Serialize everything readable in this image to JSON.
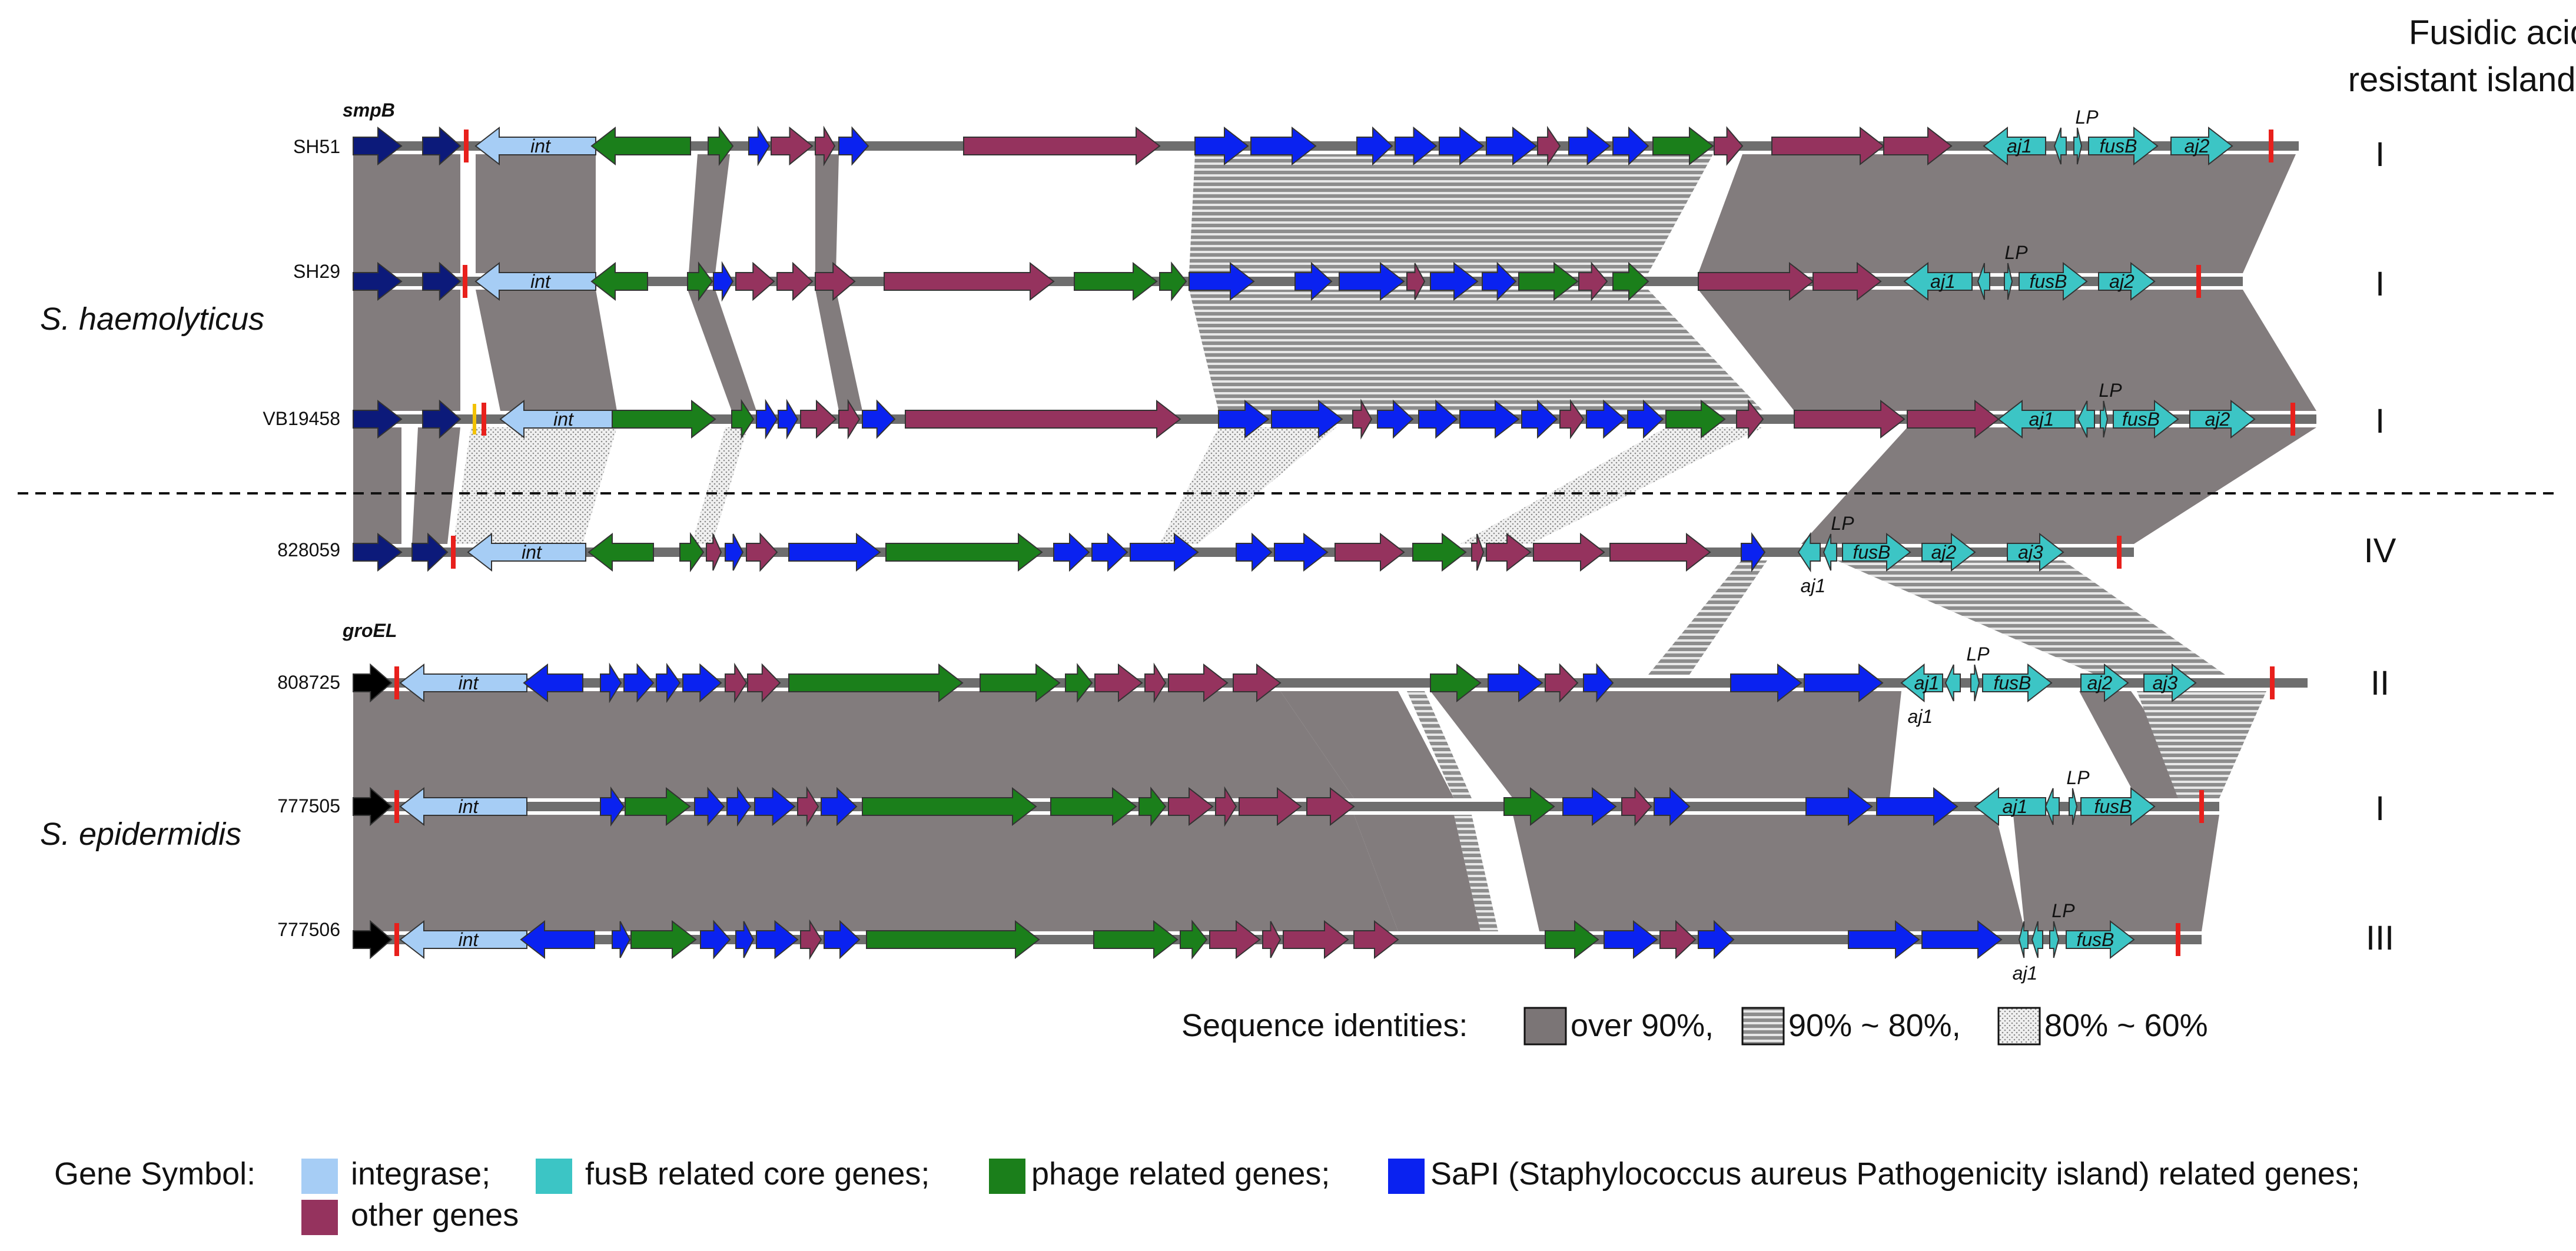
{
  "header": {
    "line1": "Fusidic acid",
    "line2": "resistant island type"
  },
  "species": {
    "top": "S. haemolyticus",
    "bottom": "S. epidermidis"
  },
  "anchors": {
    "smpb": "smpB",
    "groel": "groEL"
  },
  "colors": {
    "integrase": "#a6cdf5",
    "fusb_core": "#3cc5c5",
    "phage": "#1b7f1b",
    "sapi": "#0a22f0",
    "other": "#95335e",
    "anchor_smpb": "#0c1a7a",
    "anchor_groel": "#000000",
    "backbone": "#6e6e6e",
    "identity_high": "#7b7576",
    "att_site": "#e8201c"
  },
  "strains": [
    {
      "name": "SH51",
      "type": "I"
    },
    {
      "name": "SH29",
      "type": "I"
    },
    {
      "name": "VB19458",
      "type": "I"
    },
    {
      "name": "828059",
      "type": "IV"
    },
    {
      "name": "808725",
      "type": "II"
    },
    {
      "name": "777505",
      "type": "I"
    },
    {
      "name": "777506",
      "type": "III"
    }
  ],
  "gene_labels": {
    "int": "int",
    "aj1": "aj1",
    "aj2": "aj2",
    "aj3": "aj3",
    "fusb": "fusB",
    "lp": "LP"
  },
  "identity_legend": {
    "title": "Sequence identities:",
    "high": "over 90%,",
    "mid": "90% ~ 80%,",
    "low": "80% ~ 60%"
  },
  "gene_legend": {
    "title": "Gene Symbol:",
    "integrase": "integrase;",
    "fusb_core": "fusB related core genes;",
    "phage": "phage related genes;",
    "sapi": "SaPI (Staphylococcus aureus Pathogenicity island) related genes;",
    "other": "other genes"
  }
}
